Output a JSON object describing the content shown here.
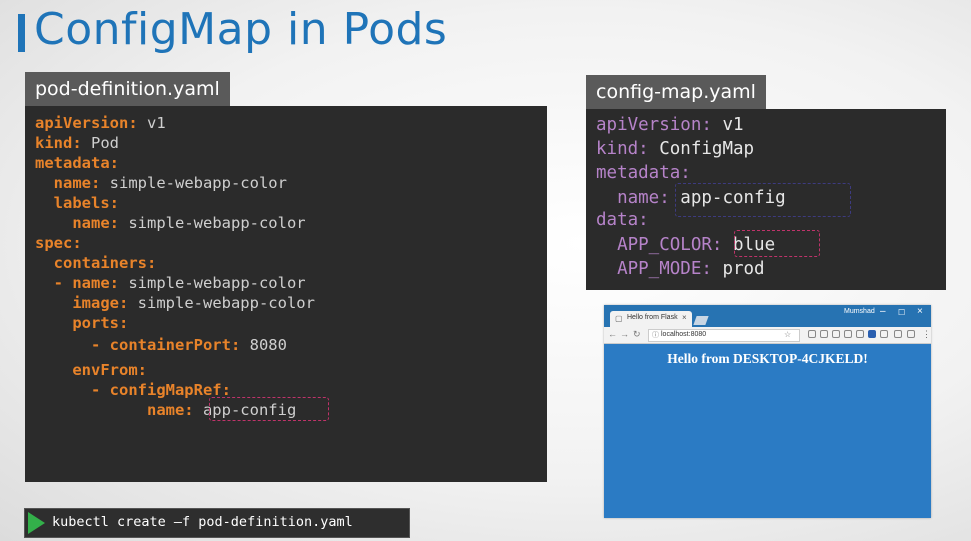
{
  "slide": {
    "title": "ConfigMap in Pods",
    "accent_color": "#1f74b8"
  },
  "pod_file": {
    "tab_label": "pod-definition.yaml",
    "lines": [
      {
        "key": "apiVersion:",
        "value": " v1"
      },
      {
        "key": "kind:",
        "value": " Pod"
      },
      {
        "key": "metadata:",
        "value": ""
      },
      {
        "key": "  name:",
        "value": " simple-webapp-color"
      },
      {
        "key": "  labels:",
        "value": ""
      },
      {
        "key": "    name:",
        "value": " simple-webapp-color"
      },
      {
        "key": "spec:",
        "value": ""
      },
      {
        "key": "  containers:",
        "value": ""
      },
      {
        "key": "  - name:",
        "value": " simple-webapp-color"
      },
      {
        "key": "    image:",
        "value": " simple-webapp-color"
      },
      {
        "key": "    ports:",
        "value": ""
      },
      {
        "key": "      - containerPort:",
        "value": " 8080"
      },
      {
        "key": "    envFrom:",
        "value": ""
      },
      {
        "key": "      - configMapRef:",
        "value": ""
      },
      {
        "key": "            name:",
        "value": " app-config"
      }
    ],
    "highlight_color": "#c0336a"
  },
  "config_file": {
    "tab_label": "config-map.yaml",
    "lines": [
      {
        "key": "apiVersion:",
        "value": " v1"
      },
      {
        "key": "kind:",
        "value": " ConfigMap"
      },
      {
        "key": "metadata:",
        "value": ""
      },
      {
        "key": "  name:",
        "value": " app-config"
      },
      {
        "key": "data:",
        "value": ""
      },
      {
        "key": "  APP_COLOR:",
        "value": " blue"
      },
      {
        "key": "  APP_MODE:",
        "value": " prod"
      }
    ],
    "name_highlight_color": "#3d3b80",
    "color_highlight_color": "#c0336a"
  },
  "terminal": {
    "command": "kubectl create –f pod-definition.yaml",
    "prompt_icon": "play-icon",
    "prompt_color": "#33b04a"
  },
  "browser": {
    "tab_title": "Hello from Flask",
    "user": "Mumshad",
    "url": "localhost:8080",
    "page_heading": "Hello from DESKTOP-4CJKELD!",
    "background_color": "#2b7bc4"
  }
}
